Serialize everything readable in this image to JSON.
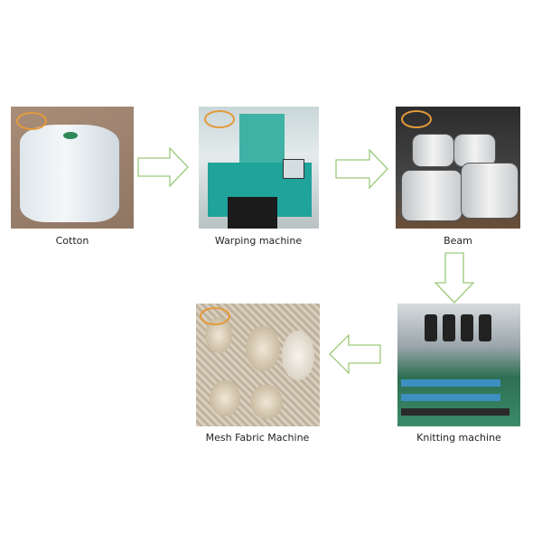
{
  "steps": [
    {
      "label": "Cotton",
      "image": "cotton-spool-photo"
    },
    {
      "label": "Warping machine",
      "image": "warping-machine-photo"
    },
    {
      "label": "Beam",
      "image": "beam-photo"
    },
    {
      "label": "Knitting machine",
      "image": "knitting-machine-photo"
    },
    {
      "label": "Mesh Fabric Machine",
      "image": "mesh-fabric-photo"
    }
  ],
  "colors": {
    "arrow_stroke": "#9cc97a",
    "logo": "#e39a3a"
  }
}
